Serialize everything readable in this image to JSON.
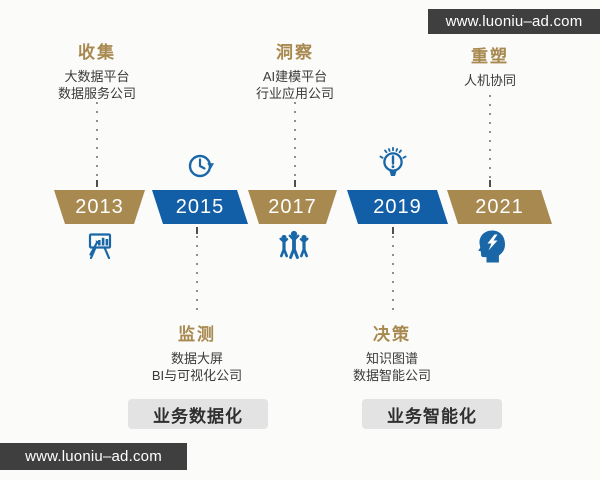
{
  "watermark": {
    "url_text": "www.luoniu–ad.com"
  },
  "stages_top": [
    {
      "title": "收集",
      "lines": [
        "大数据平台",
        "数据服务公司"
      ]
    },
    {
      "title": "洞察",
      "lines": [
        "AI建模平台",
        "行业应用公司"
      ]
    },
    {
      "title": "重塑",
      "lines": [
        "人机协同"
      ]
    }
  ],
  "stages_bottom": [
    {
      "title": "监测",
      "lines": [
        "数据大屏",
        "BI与可视化公司"
      ]
    },
    {
      "title": "决策",
      "lines": [
        "知识图谱",
        "数据智能公司"
      ]
    }
  ],
  "timeline": {
    "years": [
      "2013",
      "2015",
      "2017",
      "2019",
      "2021"
    ]
  },
  "phase_badges": [
    "业务数据化",
    "业务智能化"
  ],
  "icons": {
    "above_2015": "history-clock",
    "above_2019": "idea-bulb",
    "below_2013": "presentation-chart",
    "below_2017": "people-group",
    "below_2021": "mind-lightning"
  },
  "colors": {
    "gold": "#a8894f",
    "blue": "#135fa7",
    "icon_blue": "#1a67a8",
    "text_dark": "#3a3a3a",
    "dot_gray": "#8f8f8f",
    "badge_bg": "#e3e3e3",
    "watermark_bg": "#3f3f3f",
    "page_bg": "#fbfbfa"
  }
}
